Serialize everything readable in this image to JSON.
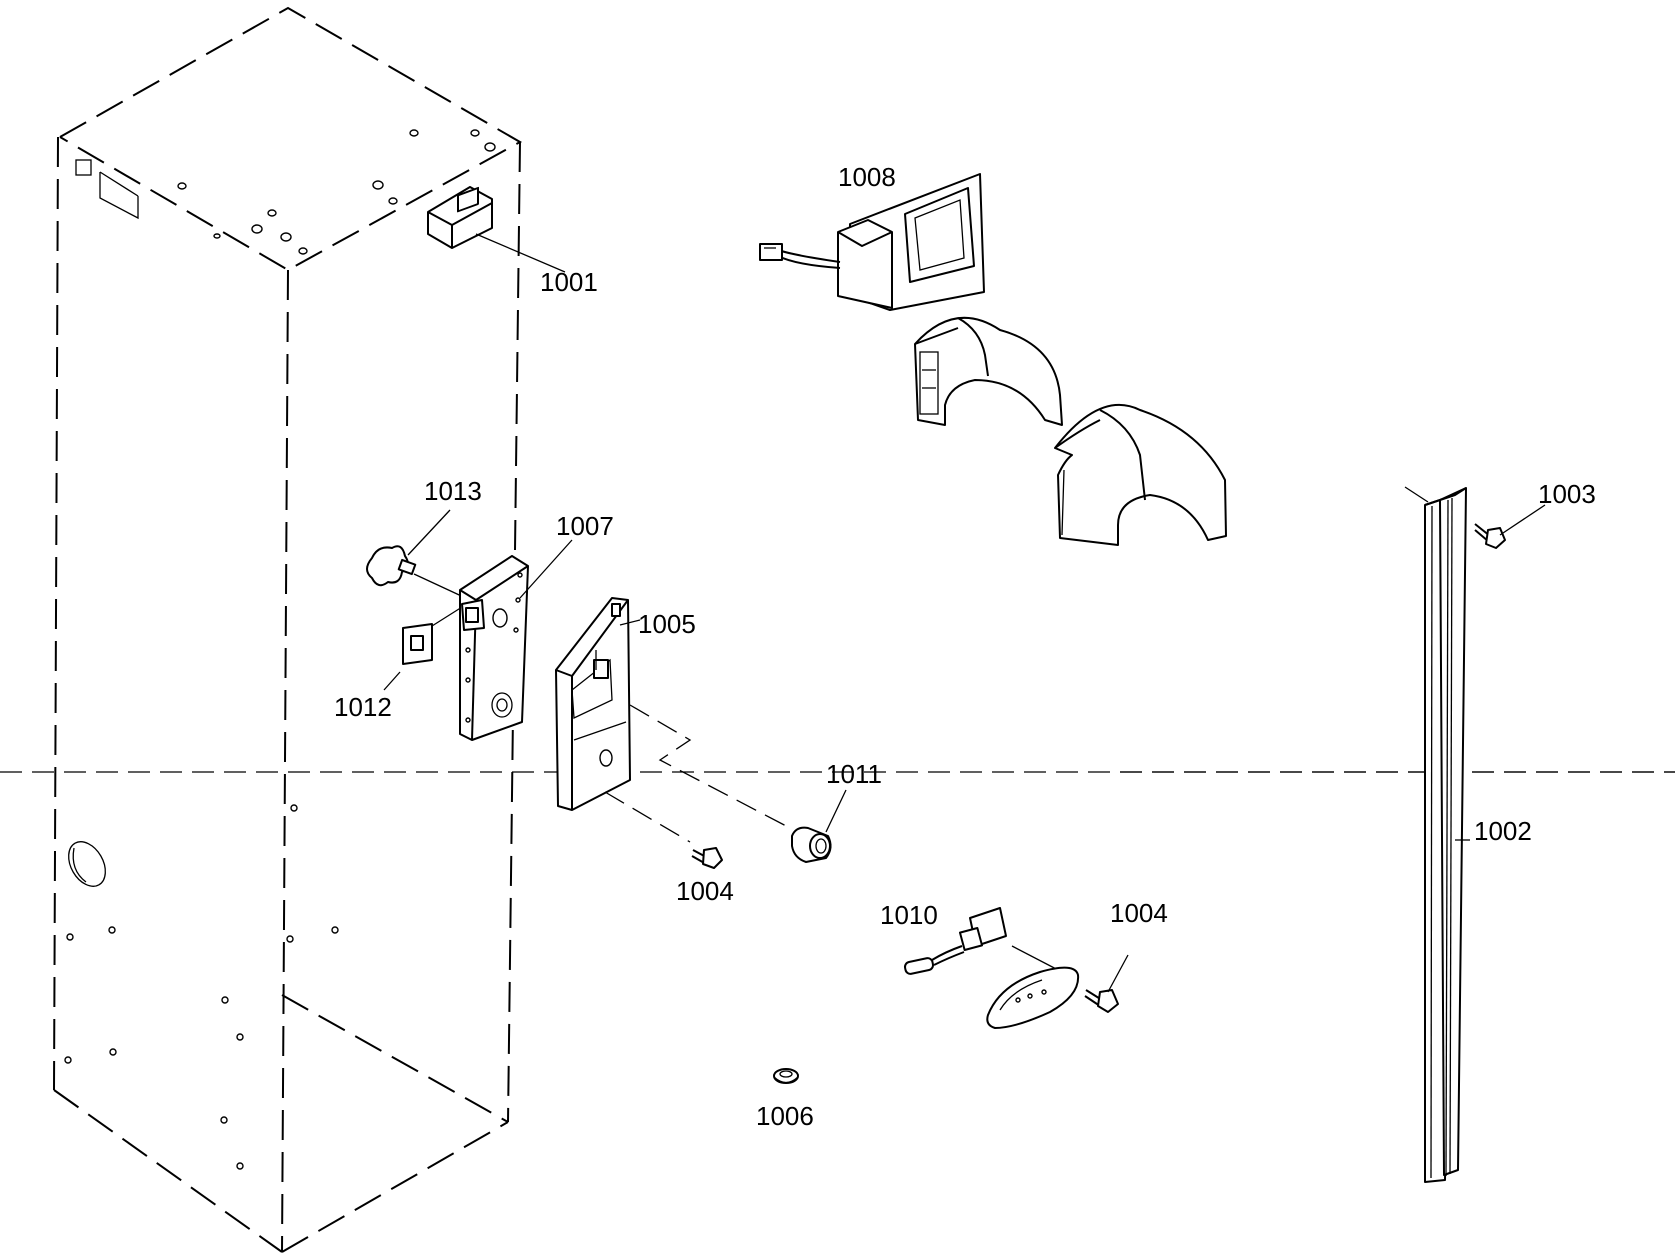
{
  "labels": {
    "p1001": "1001",
    "p1002": "1002",
    "p1003": "1003",
    "p1004a": "1004",
    "p1004b": "1004",
    "p1005": "1005",
    "p1006": "1006",
    "p1007": "1007",
    "p1008": "1008",
    "p1010": "1010",
    "p1011": "1011",
    "p1012": "1012",
    "p1013": "1013"
  }
}
